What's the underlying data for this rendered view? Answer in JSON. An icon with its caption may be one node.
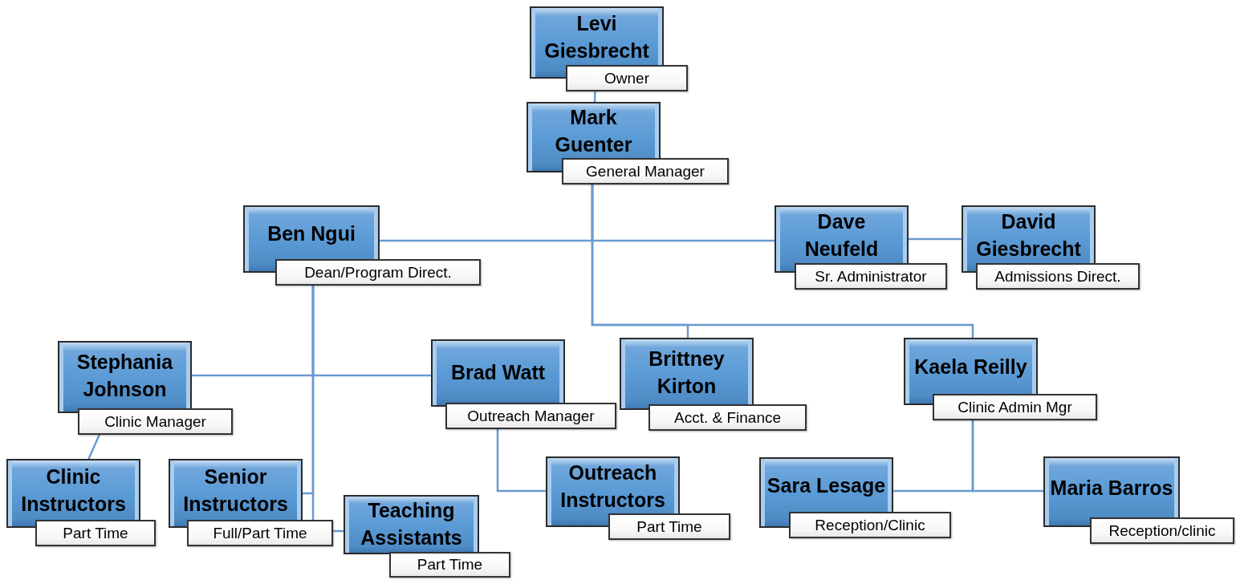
{
  "diagram": {
    "nodes": [
      {
        "text": [
          "Levi Giesbrecht",
          "Owner"
        ]
      },
      {
        "text": [
          "Mark Guenter",
          "General Manager"
        ]
      },
      {
        "text": [
          "Ben Ngui",
          "Dean/Program Direct."
        ]
      },
      {
        "text": [
          "Dave Neufeld",
          "Sr. Administrator"
        ]
      },
      {
        "text": [
          "David Giesbrecht",
          "Admissions Direct."
        ]
      },
      {
        "text": [
          "Stephania Johnson",
          "Clinic Manager"
        ]
      },
      {
        "text": [
          "Brad Watt",
          "Outreach Manager"
        ]
      },
      {
        "text": [
          "Brittney Kirton",
          "Acct. & Finance"
        ]
      },
      {
        "text": [
          "Kaela Reilly",
          "Clinic Admin Mgr"
        ]
      },
      {
        "text": [
          "Clinic Instructors",
          "Part Time"
        ]
      },
      {
        "text": [
          "Senior Instructors",
          "Full/Part Time"
        ]
      },
      {
        "text": [
          "Teaching Assistants",
          "Part Time"
        ]
      },
      {
        "text": [
          "Outreach Instructors",
          "Part Time"
        ]
      },
      {
        "text": [
          "Sara Lesage",
          "Reception/Clinic"
        ]
      },
      {
        "text": [
          "Maria Barros",
          "Reception/clinic"
        ]
      }
    ],
    "edges": [
      {
        "from": 0,
        "to": 1,
        "arrow": "none"
      },
      {
        "from": 1,
        "to": 2,
        "arrow": "none"
      },
      {
        "from": 1,
        "to": 3,
        "arrow": "none"
      },
      {
        "from": 1,
        "to": 7,
        "arrow": "none"
      },
      {
        "from": 1,
        "to": 8,
        "arrow": "none"
      },
      {
        "from": 3,
        "to": 4,
        "arrow": "none"
      },
      {
        "from": 2,
        "to": 5,
        "arrow": "none"
      },
      {
        "from": 2,
        "to": 6,
        "arrow": "none"
      },
      {
        "from": 2,
        "to": 10,
        "arrow": "none"
      },
      {
        "from": 2,
        "to": 11,
        "arrow": "none"
      },
      {
        "from": 5,
        "to": 9,
        "arrow": "none"
      },
      {
        "from": 6,
        "to": 12,
        "arrow": "none"
      },
      {
        "from": 8,
        "to": 13,
        "arrow": "none"
      },
      {
        "from": 8,
        "to": 14,
        "arrow": "none"
      }
    ]
  }
}
